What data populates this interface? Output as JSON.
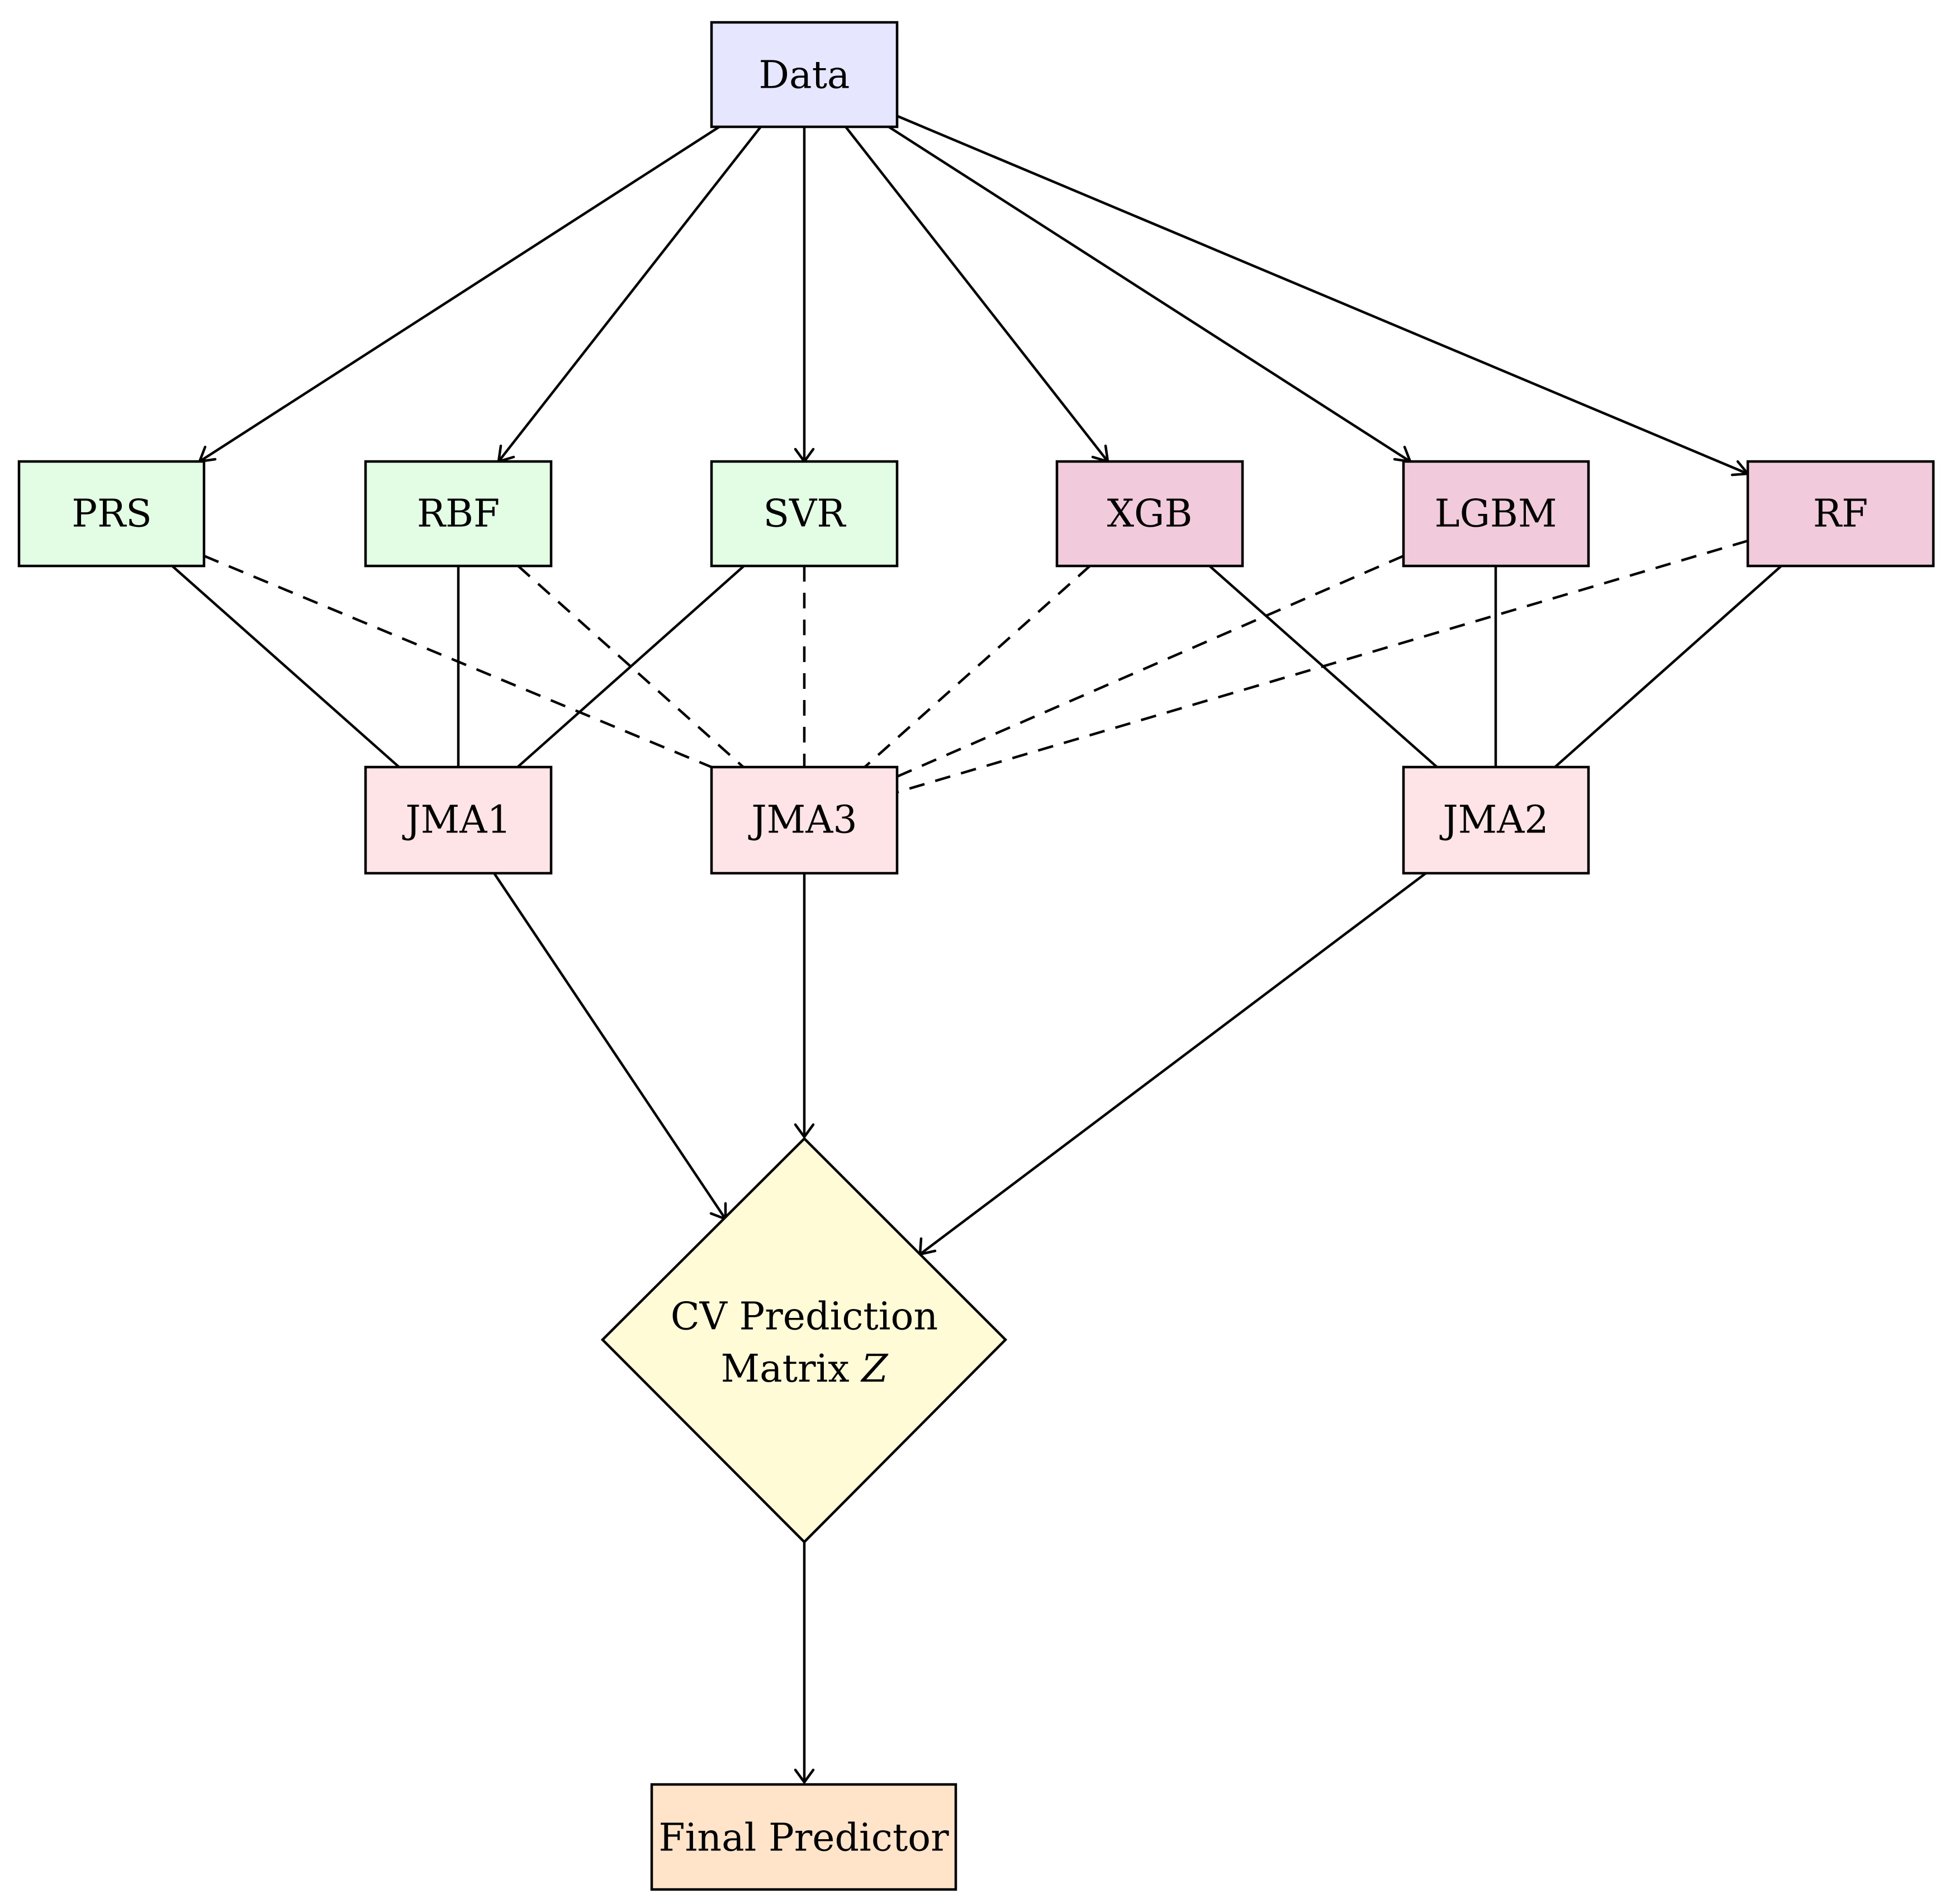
{
  "nodes": {
    "data": {
      "label": "Data",
      "fill": "#e6e6ff"
    },
    "prs": {
      "label": "PRS",
      "fill": "#e3fde5"
    },
    "rbf": {
      "label": "RBF",
      "fill": "#e3fde5"
    },
    "svr": {
      "label": "SVR",
      "fill": "#e3fde5"
    },
    "xgb": {
      "label": "XGB",
      "fill": "#f1cbdb"
    },
    "lgbm": {
      "label": "LGBM",
      "fill": "#f1cbdb"
    },
    "rf": {
      "label": "RF",
      "fill": "#f1cbdb"
    },
    "jma1": {
      "label": "JMA1",
      "fill": "#fee4e7"
    },
    "jma3": {
      "label": "JMA3",
      "fill": "#fee4e7"
    },
    "jma2": {
      "label": "JMA2",
      "fill": "#fee4e7"
    },
    "cv_matrix": {
      "label_line1": "CV Prediction",
      "label_line2": "Matrix ",
      "label_symbol": "Z",
      "fill": "#fffbd7"
    },
    "final": {
      "label": "Final Predictor",
      "fill": "#ffe4c9"
    }
  },
  "edges": [
    {
      "from": "data",
      "to": "prs",
      "style": "solid-arrow"
    },
    {
      "from": "data",
      "to": "rbf",
      "style": "solid-arrow"
    },
    {
      "from": "data",
      "to": "svr",
      "style": "solid-arrow"
    },
    {
      "from": "data",
      "to": "xgb",
      "style": "solid-arrow"
    },
    {
      "from": "data",
      "to": "lgbm",
      "style": "solid-arrow"
    },
    {
      "from": "data",
      "to": "rf",
      "style": "solid-arrow"
    },
    {
      "from": "prs",
      "to": "jma1",
      "style": "solid"
    },
    {
      "from": "rbf",
      "to": "jma1",
      "style": "solid"
    },
    {
      "from": "svr",
      "to": "jma1",
      "style": "solid"
    },
    {
      "from": "xgb",
      "to": "jma2",
      "style": "solid"
    },
    {
      "from": "lgbm",
      "to": "jma2",
      "style": "solid"
    },
    {
      "from": "rf",
      "to": "jma2",
      "style": "solid"
    },
    {
      "from": "prs",
      "to": "jma3",
      "style": "dashed"
    },
    {
      "from": "rbf",
      "to": "jma3",
      "style": "dashed"
    },
    {
      "from": "svr",
      "to": "jma3",
      "style": "dashed"
    },
    {
      "from": "xgb",
      "to": "jma3",
      "style": "dashed"
    },
    {
      "from": "lgbm",
      "to": "jma3",
      "style": "dashed"
    },
    {
      "from": "rf",
      "to": "jma3",
      "style": "dashed"
    },
    {
      "from": "jma1",
      "to": "cv_matrix",
      "style": "solid-arrow"
    },
    {
      "from": "jma3",
      "to": "cv_matrix",
      "style": "solid-arrow"
    },
    {
      "from": "jma2",
      "to": "cv_matrix",
      "style": "solid-arrow"
    },
    {
      "from": "cv_matrix",
      "to": "final",
      "style": "solid-arrow"
    }
  ]
}
